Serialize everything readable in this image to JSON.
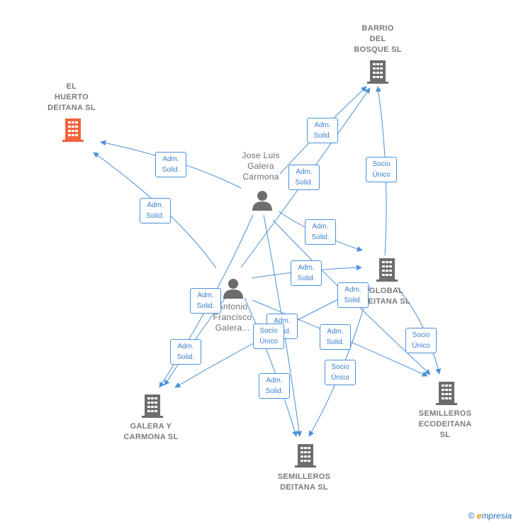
{
  "colors": {
    "edge": "#4a90d9",
    "company": "#6d6d6d",
    "company_highlight": "#f2643c",
    "person": "#6d6d6d"
  },
  "nodes": {
    "el_huerto": "EL\nHUERTO\nDEITANA SL",
    "barrio": "BARRIO\nDEL\nBOSQUE SL",
    "jose": "Jose Luis\nGalera\nCarmona",
    "global": "GLOBAL\nDEITANA SL",
    "antonio": "Antonio\nFrancisco\nGalera...",
    "galera": "GALERA Y\nCARMONA SL",
    "semilleros_eco": "SEMILLEROS\nECODEITANA\nSL",
    "semilleros": "SEMILLEROS\nDEITANA SL"
  },
  "edge_labels": {
    "adm": "Adm.\nSolid.",
    "socio": "Socio\nÚnico"
  },
  "footer": {
    "copyright": "©",
    "brand_e": "e",
    "brand_rest": "mpresia"
  }
}
